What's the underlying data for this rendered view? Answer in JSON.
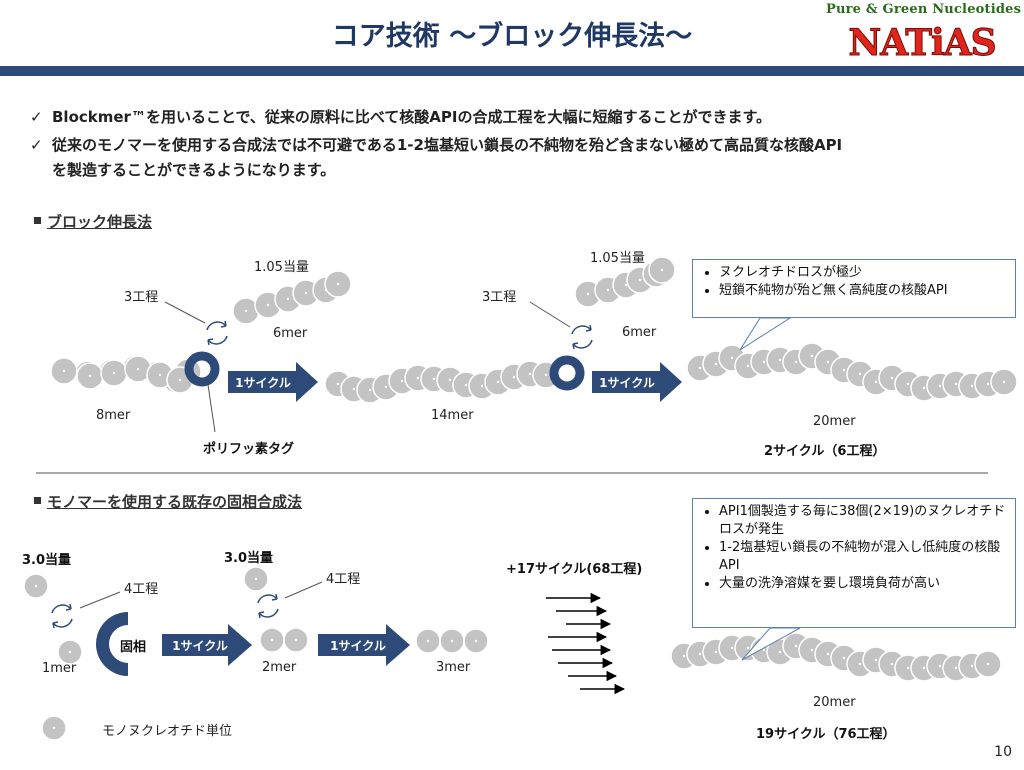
{
  "header": {
    "title": "コア技術 〜ブロック伸長法〜",
    "brand_tagline": "Pure & Green Nucleotides",
    "brand_logo_text": "NATiAS"
  },
  "intro": {
    "bullet1": "Blockmer™を用いることで、従来の原料に比べて核酸APIの合成工程を大幅に短縮することができます。",
    "bullet2_line1": "従来のモノマーを使用する合成法では不可避である1-2塩基短い鎖長の不純物を殆ど含まない極めて高品質な核酸API",
    "bullet2_line2": "を製造することができるようになります。"
  },
  "block_method": {
    "heading": "ブロック伸長法",
    "label_8mer": "8mer",
    "label_6mer_1": "6mer",
    "label_6mer_2": "6mer",
    "label_14mer": "14mer",
    "label_20mer": "20mer",
    "equiv_1": "1.05当量",
    "equiv_2": "1.05当量",
    "steps_1": "3工程",
    "steps_2": "3工程",
    "cycle_1": "1サイクル",
    "cycle_2": "1サイクル",
    "tag_label": "ポリフッ素タグ",
    "total": "2サイクル（6工程）",
    "callout": [
      "ヌクレオチドロスが極少",
      "短鎖不純物が殆ど無く高純度の核酸API"
    ]
  },
  "monomer_method": {
    "heading": "モノマーを使用する既存の固相合成法",
    "equiv_1": "3.0当量",
    "equiv_2": "3.0当量",
    "steps_1": "4工程",
    "steps_2": "4工程",
    "solid_label": "固相",
    "cycle_1": "1サイクル",
    "cycle_2": "1サイクル",
    "label_1mer": "1mer",
    "label_2mer": "2mer",
    "label_3mer": "3mer",
    "label_20mer": "20mer",
    "more_cycles": "+17サイクル(68工程)",
    "total": "19サイクル（76工程）",
    "callout": [
      "API1個製造する毎に38個(2×19)のヌクレオチドロスが発生",
      "1-2塩基短い鎖長の不純物が混入し低純度の核酸API",
      "大量の洗浄溶媒を要し環境負荷が高い"
    ],
    "legend": "モノヌクレオチド単位"
  },
  "page_number": "10",
  "colors": {
    "navy": "#2e4a78",
    "title_blue": "#1f3864",
    "bead_gray": "#c3c3c3",
    "logo_red": "#e0261c",
    "brand_green": "#2a6b1a"
  }
}
